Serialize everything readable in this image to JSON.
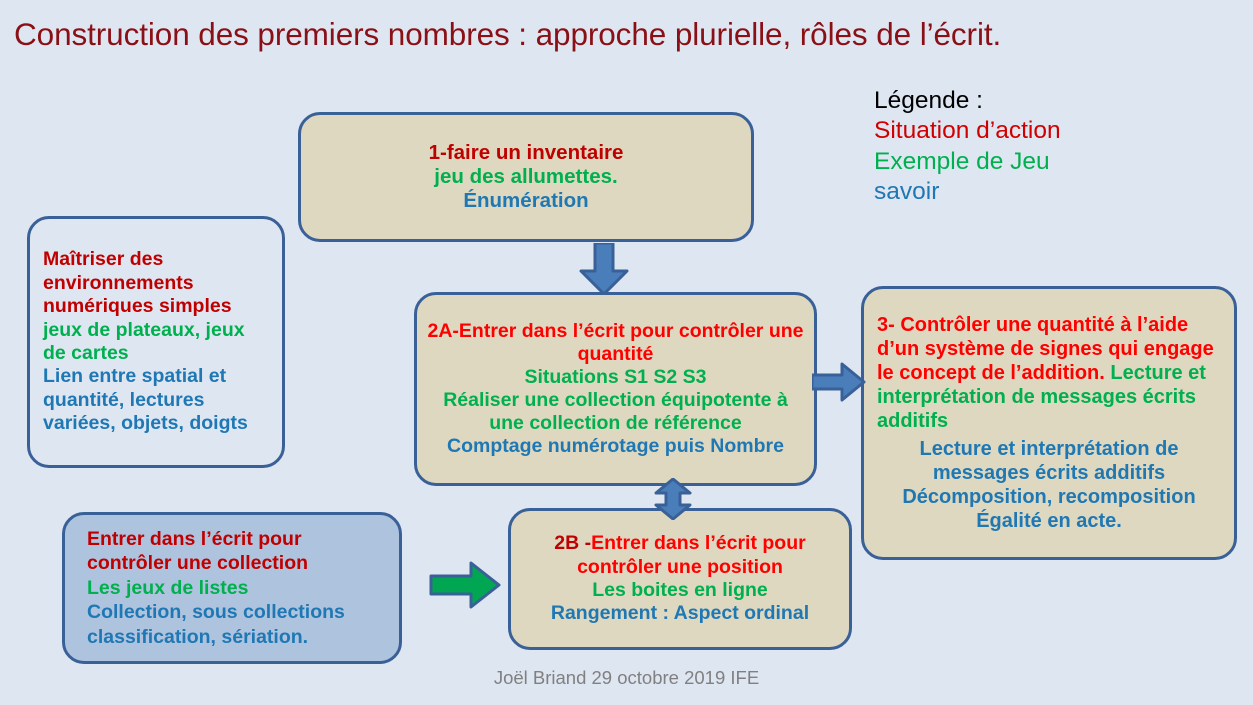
{
  "title": "Construction des premiers nombres : approche plurielle, rôles de l’écrit.",
  "legend": {
    "heading": "Légende :",
    "action": "Situation d’action",
    "game": "Exemple de Jeu",
    "knowledge": "savoir"
  },
  "colors": {
    "background": "#dee6f2",
    "title": "#8a1016",
    "box_border": "#3a6098",
    "box_fill_beige": "#ddd8bf",
    "box_fill_bluegray": "#aec3de",
    "action_red": "#fe0000",
    "dark_red": "#c00000",
    "game_green": "#00b04f",
    "knowledge_blue": "#1f78b4",
    "arrow_blue": "#4a7ebb",
    "arrow_green": "#00a651",
    "footer_gray": "#808080"
  },
  "boxes": {
    "box1": {
      "line1": "1-faire un inventaire",
      "line2": "jeu des allumettes.",
      "line3": "Énumération"
    },
    "box_left": {
      "line1": "Maîtriser des environnements numériques simples",
      "line2": "jeux de plateaux,  jeux de cartes",
      "line3": "Lien entre spatial et quantité, lectures variées, objets, doigts"
    },
    "box2a": {
      "line1": "2A-Entrer dans l’écrit pour contrôler une quantité",
      "line2": "Situations S1 S2 S3",
      "line3": "Réaliser une collection équipotente à une collection de référence",
      "line4": "Comptage numérotage puis Nombre"
    },
    "box3": {
      "line1": "3- Contrôler une quantité à l’aide d’un système de signes qui engage le concept de l’addition.",
      "line2": " Lecture et interprétation de messages écrits additifs",
      "line3": "Lecture et interprétation de messages écrits additifs",
      "line4": "Décomposition, recomposition",
      "line5": "Égalité en acte."
    },
    "box_bottom_left": {
      "line1": "Entrer dans l’écrit pour contrôler une collection",
      "line2": "Les  jeux de listes",
      "line3": "Collection, sous collections classification, sériation."
    },
    "box2b": {
      "line1_prefix": "2B -",
      "line1": "Entrer dans l’écrit pour contrôler une  position",
      "line2": "Les boites en ligne",
      "line3": "Rangement : Aspect ordinal"
    }
  },
  "arrows": {
    "box1_to_box2a": "arrow-down",
    "box2a_to_box3": "arrow-right",
    "box2a_to_box2b": "arrow-up-down",
    "bottomleft_to_box2b": "arrow-right-green"
  },
  "footer": "Joël Briand  29 octobre 2019 IFE"
}
